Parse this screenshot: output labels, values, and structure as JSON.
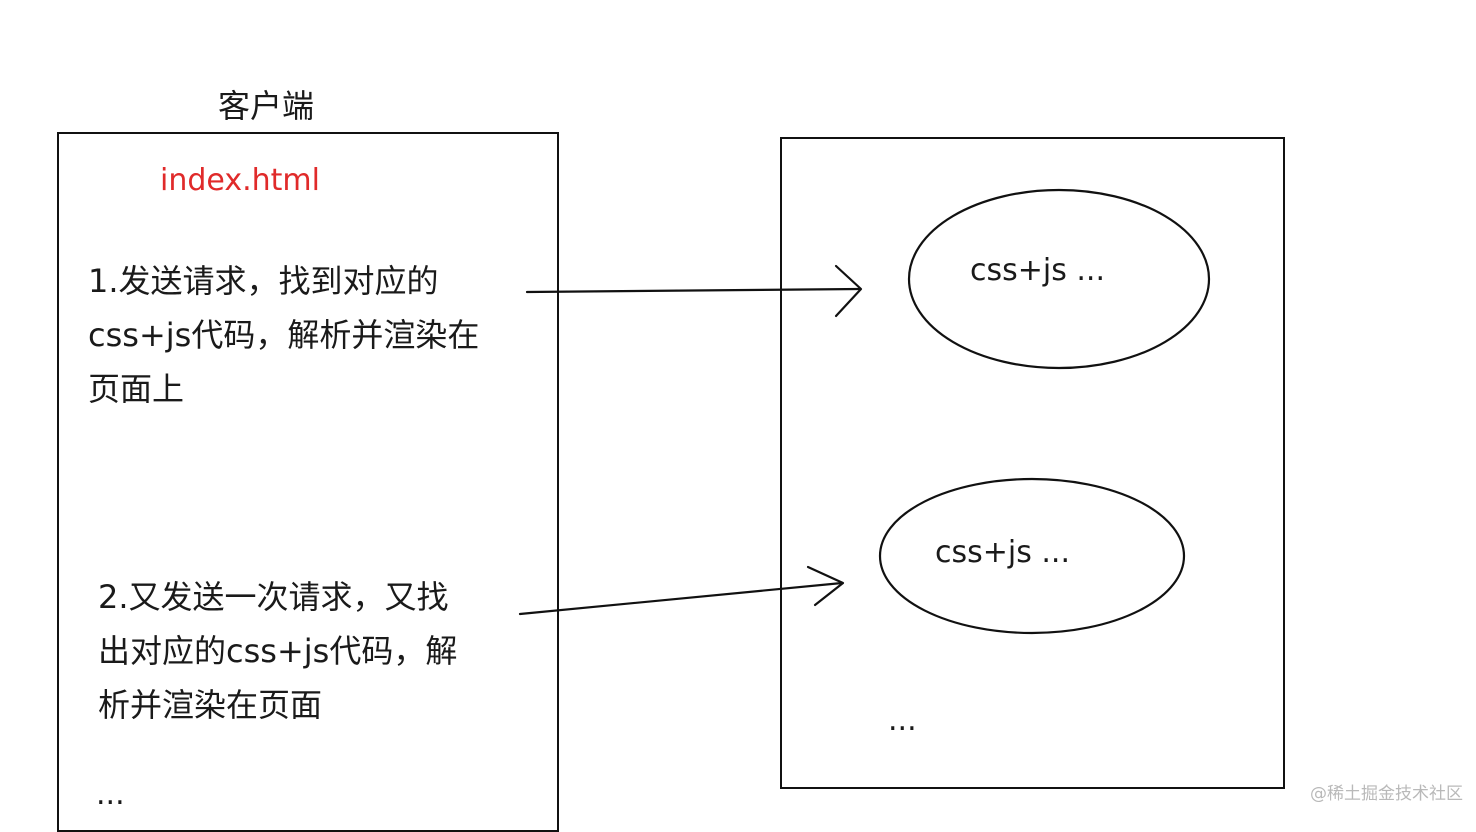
{
  "client": {
    "title": "客户端",
    "file": "index.html",
    "steps": [
      "1.发送请求，找到对应的\ncss+js代码，解析并渲染在\n页面上",
      "2.又发送一次请求，又找\n出对应的css+js代码，解\n析并渲染在页面"
    ],
    "ellipsis": "..."
  },
  "server": {
    "bubbles": [
      "css+js ...",
      "css+js ..."
    ],
    "ellipsis": "..."
  },
  "watermark": "@稀土掘金技术社区",
  "colors": {
    "line": "#111111",
    "file_name": "#e02a2a",
    "watermark": "#b9b9b9"
  }
}
